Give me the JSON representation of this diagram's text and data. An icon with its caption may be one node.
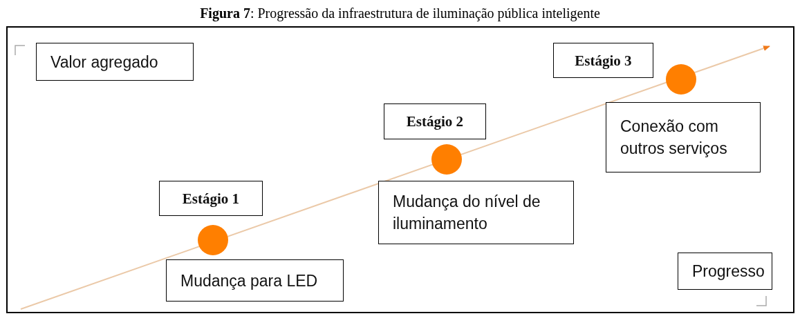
{
  "diagram": {
    "title": "**Figura 7**: Progressão da infraestrutura de iluminação pública inteligente",
    "nodes": [
      {
        "text": [
          "Valor agregado"
        ]
      },
      {
        "text": [
          "Estágio 3"
        ]
      },
      {
        "text": [],
        "shape": "circle"
      },
      {
        "text": [
          "Conexão com outros serviços"
        ]
      },
      {
        "text": [
          "Estágio 2"
        ]
      },
      {
        "text": [],
        "shape": "circle"
      },
      {
        "text": [
          "Mudança do nível de iluminamento"
        ]
      },
      {
        "text": [
          "Estágio 1"
        ]
      },
      {
        "text": [],
        "shape": "circle"
      },
      {
        "text": [
          "Mudança para LED"
        ]
      },
      {
        "text": [
          "Progresso"
        ]
      }
    ]
  }
}
